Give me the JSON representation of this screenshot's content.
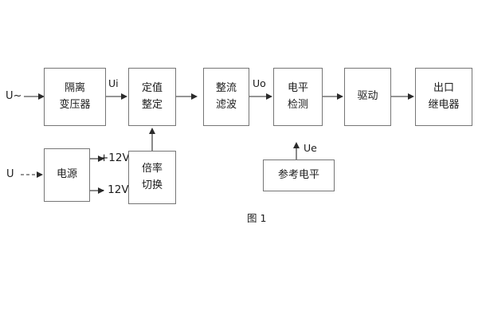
{
  "figure": {
    "caption": "图 1",
    "type": "block-diagram"
  },
  "blocks": {
    "isolation_transformer": {
      "line1": "隔离",
      "line2": "变压器"
    },
    "setting_adjust": {
      "line1": "定值",
      "line2": "整定"
    },
    "rectify_filter": {
      "line1": "整流",
      "line2": "滤波"
    },
    "level_detect": {
      "line1": "电平",
      "line2": "检测"
    },
    "drive": {
      "line1": "驱动",
      "line2": ""
    },
    "output_relay": {
      "line1": "出口",
      "line2": "继电器"
    },
    "power_supply": {
      "line1": "电源",
      "line2": ""
    },
    "multiplier_switch": {
      "line1": "倍率",
      "line2": "切换"
    },
    "reference_level": {
      "line1": "参考电平",
      "line2": ""
    }
  },
  "signals": {
    "input_ac": "U~",
    "input_dc": "U",
    "ui": "Ui",
    "uo": "Uo",
    "ue": "Ue",
    "rail_pos": "+12V",
    "rail_neg": "- 12V"
  },
  "colors": {
    "box_border": "#767676",
    "line": "#2b2b2b",
    "text": "#1c1c1c",
    "background": "#ffffff"
  }
}
